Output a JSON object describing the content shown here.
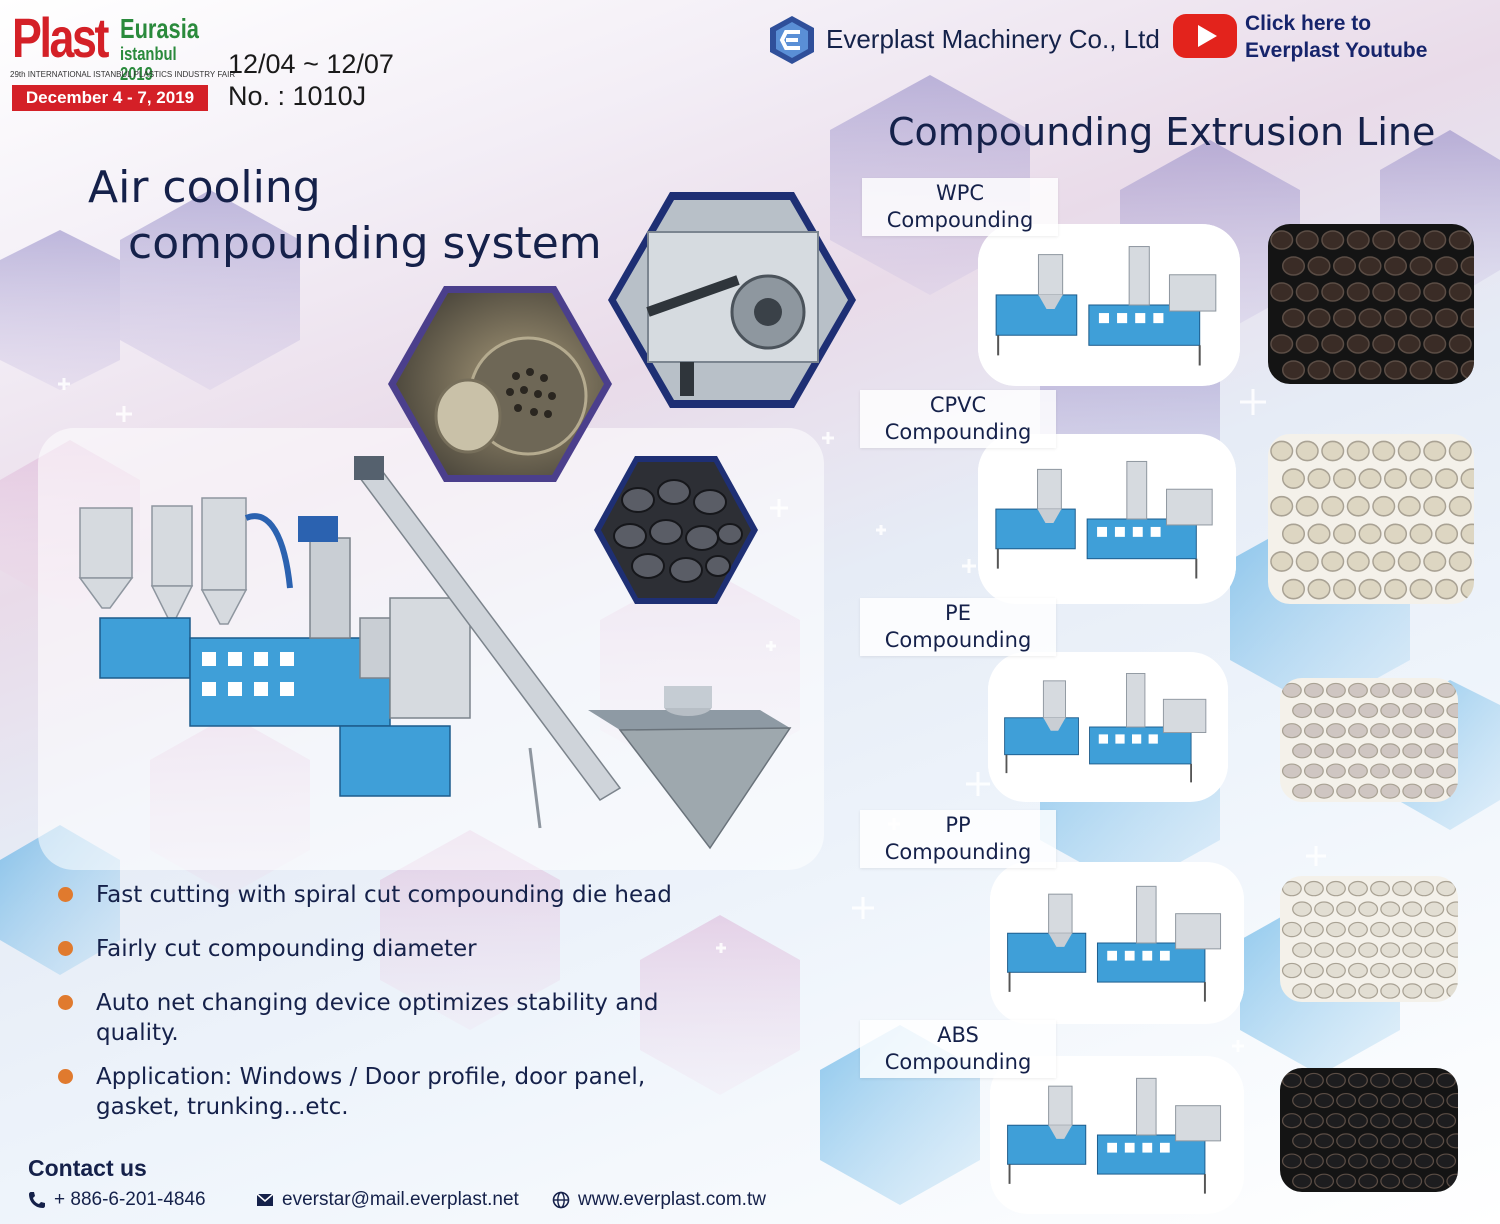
{
  "expo": {
    "logo_plast": "Plast",
    "logo_eurasia": "Eurasia",
    "logo_city_year": "istanbul 2019",
    "logo_fair": "29th INTERNATIONAL ISTANBUL PLASTICS INDUSTRY FAIR",
    "logo_dates": "December 4 - 7, 2019",
    "booth_dates": "12/04 ~ 12/07",
    "booth_no": "No. : 1010J",
    "brand_red": "#d42027",
    "brand_green": "#2a8a3c"
  },
  "company": {
    "logo_icon": "everplast-logo-icon",
    "name": "Everplast Machinery Co., Ltd",
    "youtube_icon": "youtube-play-icon",
    "youtube_line1": "Click here to",
    "youtube_line2": "Everplast Youtube"
  },
  "left": {
    "title_line1": "Air cooling",
    "title_line2": "compounding system",
    "features": [
      "Fast cutting with spiral cut compounding die head",
      "Fairly cut compounding diameter",
      "Auto net changing device optimizes stability and quality.",
      "Application: Windows / Door profile, door panel, gasket, trunking...etc."
    ]
  },
  "right": {
    "title": "Compounding Extrusion Line",
    "categories": [
      {
        "name": "WPC",
        "label": "Compounding",
        "pellet_color": "#3a2c26"
      },
      {
        "name": "CPVC",
        "label": "Compounding",
        "pellet_color": "#ddd6c2"
      },
      {
        "name": "PE",
        "label": "Compounding",
        "pellet_color": "#cfc6c2"
      },
      {
        "name": "PP",
        "label": "Compounding",
        "pellet_color": "#e2ded3"
      },
      {
        "name": "ABS",
        "label": "Compounding",
        "pellet_color": "#1d1d1f"
      }
    ]
  },
  "contact": {
    "title": "Contact us",
    "phone": "+ 886-6-201-4846",
    "email": "everstar@mail.everplast.net",
    "website": "www.everplast.com.tw",
    "phone_icon": "phone-icon",
    "email_icon": "envelope-icon",
    "web_icon": "globe-icon"
  },
  "colors": {
    "navy": "#15214a",
    "bullet": "#e07a2e",
    "machine_blue": "#3f9fd8",
    "hex_frame": "#1e2f74"
  }
}
